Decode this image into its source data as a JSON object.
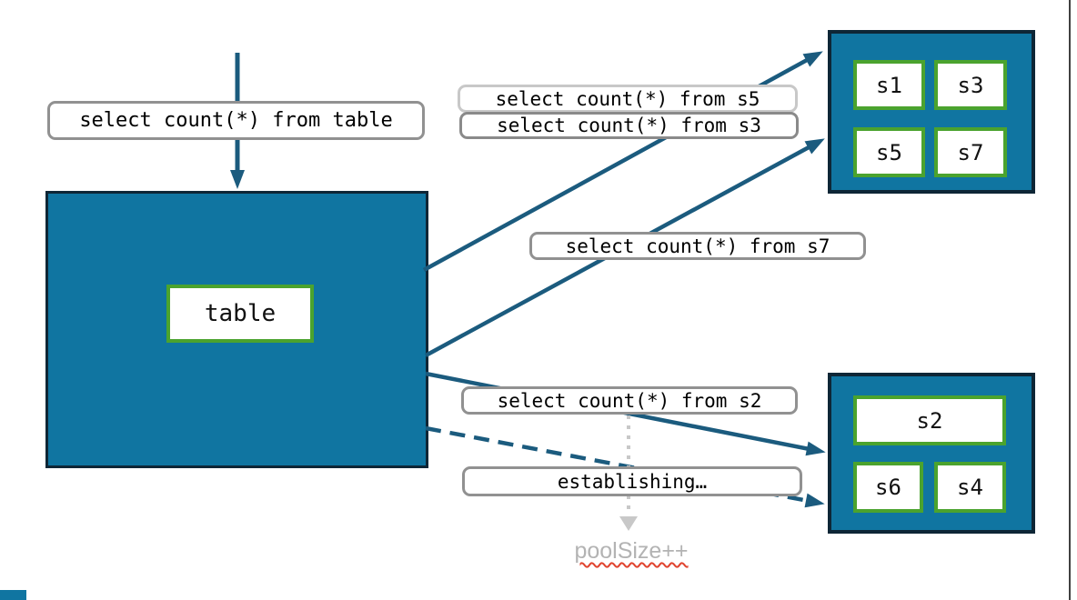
{
  "labels": {
    "query_table": "select count(*) from table",
    "query_s5": "select count(*) from s5",
    "query_s3": "select count(*) from s3",
    "query_s7": "select count(*) from s7",
    "query_s2": "select count(*) from s2",
    "establishing": "establishing…",
    "pool_size": "poolSize++"
  },
  "table_box": {
    "label": "table"
  },
  "shard_groups": {
    "top": {
      "shards": [
        "s1",
        "s3",
        "s5",
        "s7"
      ]
    },
    "bottom": {
      "shards": [
        "s2",
        "s6",
        "s4"
      ]
    }
  },
  "colors": {
    "shard_container_fill": "#1075a1",
    "shard_container_border": "#0e2636",
    "shard_border_green": "#4ba32e",
    "arrow_blue": "#1b5b7e",
    "label_border_gray": "#919191",
    "label_border_light_gray": "#c8c8c8",
    "label_border_dark_gray": "#8a8a8a",
    "dotted_arrow_gray": "#c8c8c8",
    "muted_text_gray": "#b3b3b3",
    "spellcheck_red": "#e0442f"
  }
}
